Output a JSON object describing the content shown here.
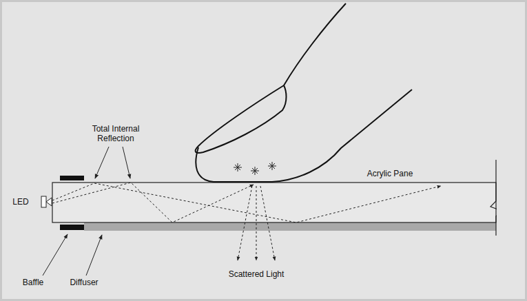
{
  "diagram": {
    "labels": [
      "Total Internal Reflection",
      "LED",
      "Acrylic Pane",
      "Scattered Light",
      "Baffle",
      "Diffuser"
    ]
  }
}
